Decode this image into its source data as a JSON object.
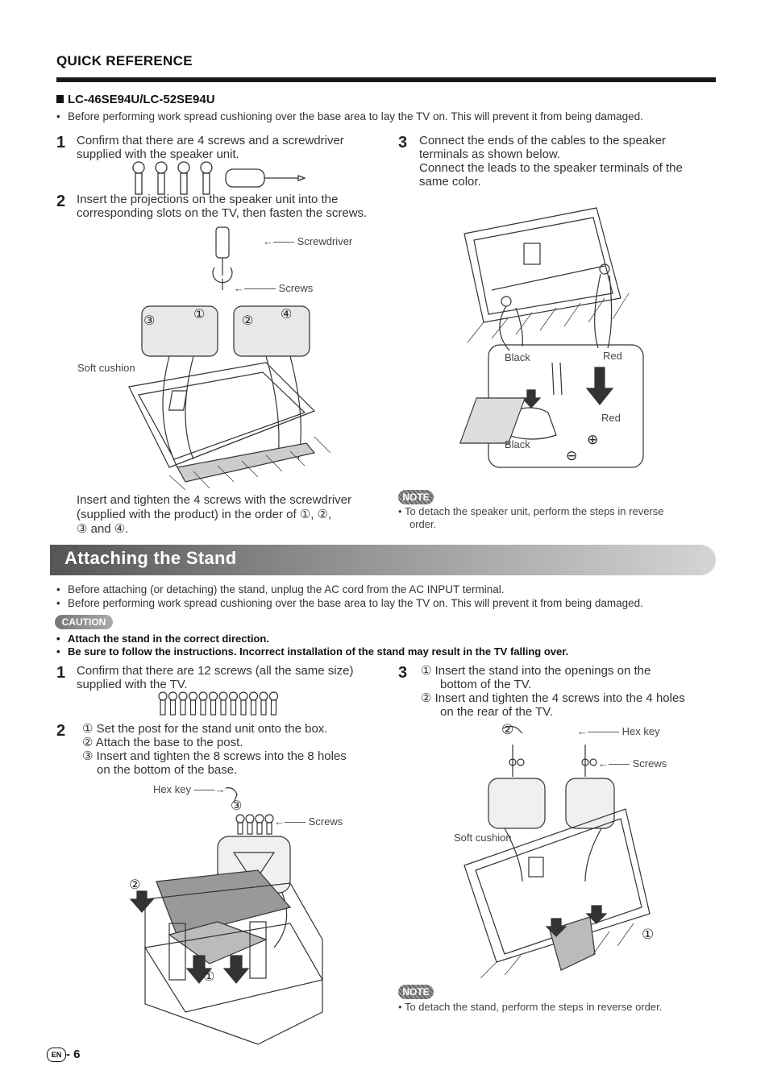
{
  "header": {
    "section": "QUICK REFERENCE",
    "model": "LC-46SE94U/LC-52SE94U"
  },
  "speaker": {
    "intro_bullet": "Before performing work spread cushioning over the base area to lay the TV on. This will prevent it from being damaged.",
    "step1": {
      "num": "1",
      "lines": [
        "Confirm that there are 4 screws and a screwdriver",
        "supplied with the speaker unit."
      ]
    },
    "step2": {
      "num": "2",
      "lines": [
        "Insert the projections on the speaker unit into the",
        "corresponding slots on the TV, then fasten the screws."
      ]
    },
    "step3": {
      "num": "3",
      "lines": [
        "Connect the ends of the cables to the speaker",
        "terminals as shown below.",
        "Connect the leads to the speaker terminals of the",
        "same color."
      ]
    },
    "labels": {
      "screwdriver": "Screwdriver",
      "screws": "Screws",
      "soft_cushion": "Soft cushion",
      "black1": "Black",
      "red1": "Red",
      "red2": "Red",
      "black2": "Black",
      "n1": "①",
      "n2": "②",
      "n3": "③",
      "n4": "④",
      "plus": "⊕",
      "minus": "⊖"
    },
    "caption": [
      "Insert and tighten the 4 screws with the screwdriver",
      "(supplied with the product) in the order of ①, ②,",
      "③ and ④."
    ],
    "note_badge": "NOTE",
    "note": [
      "To detach the speaker unit, perform the steps in reverse",
      "order."
    ]
  },
  "stand": {
    "title": "Attaching the Stand",
    "bullets": [
      "Before attaching (or detaching) the stand, unplug the AC cord from the AC INPUT terminal.",
      "Before performing work spread cushioning over the base area to lay the TV on. This will prevent it from being damaged."
    ],
    "caution_badge": "CAUTION",
    "cautions": [
      "Attach the stand in the correct direction.",
      "Be sure to follow the instructions. Incorrect installation of the stand may result in the TV falling over."
    ],
    "step1": {
      "num": "1",
      "lines": [
        "Confirm that there are 12 screws (all the same size)",
        "supplied with the TV."
      ]
    },
    "step2": {
      "num": "2",
      "lines": [
        "① Set the post for the stand unit onto the box.",
        "② Attach the base to the post.",
        "③ Insert and tighten the 8 screws into the 8 holes",
        "on the bottom of the base."
      ]
    },
    "step3": {
      "num": "3",
      "lines": [
        "① Insert the stand into the openings on the",
        "bottom of the TV.",
        "② Insert and tighten the 4 screws into the 4 holes",
        "on the rear of the TV."
      ]
    },
    "labels": {
      "hex_key_left": "Hex key",
      "screws_left": "Screws",
      "hex_key_right": "Hex key",
      "screws_right": "Screws",
      "soft_cushion": "Soft cushion",
      "n1a": "①",
      "n2a": "②",
      "n3a": "③",
      "n1b": "①",
      "n2b": "②"
    },
    "note_badge": "NOTE",
    "note": "To detach the stand, perform the steps in reverse order."
  },
  "footer": {
    "page": "- 6",
    "lang_icon": "EN"
  },
  "colors": {
    "banner_dark": "#555555",
    "banner_light": "#d4d4d4",
    "text": "#222222"
  }
}
